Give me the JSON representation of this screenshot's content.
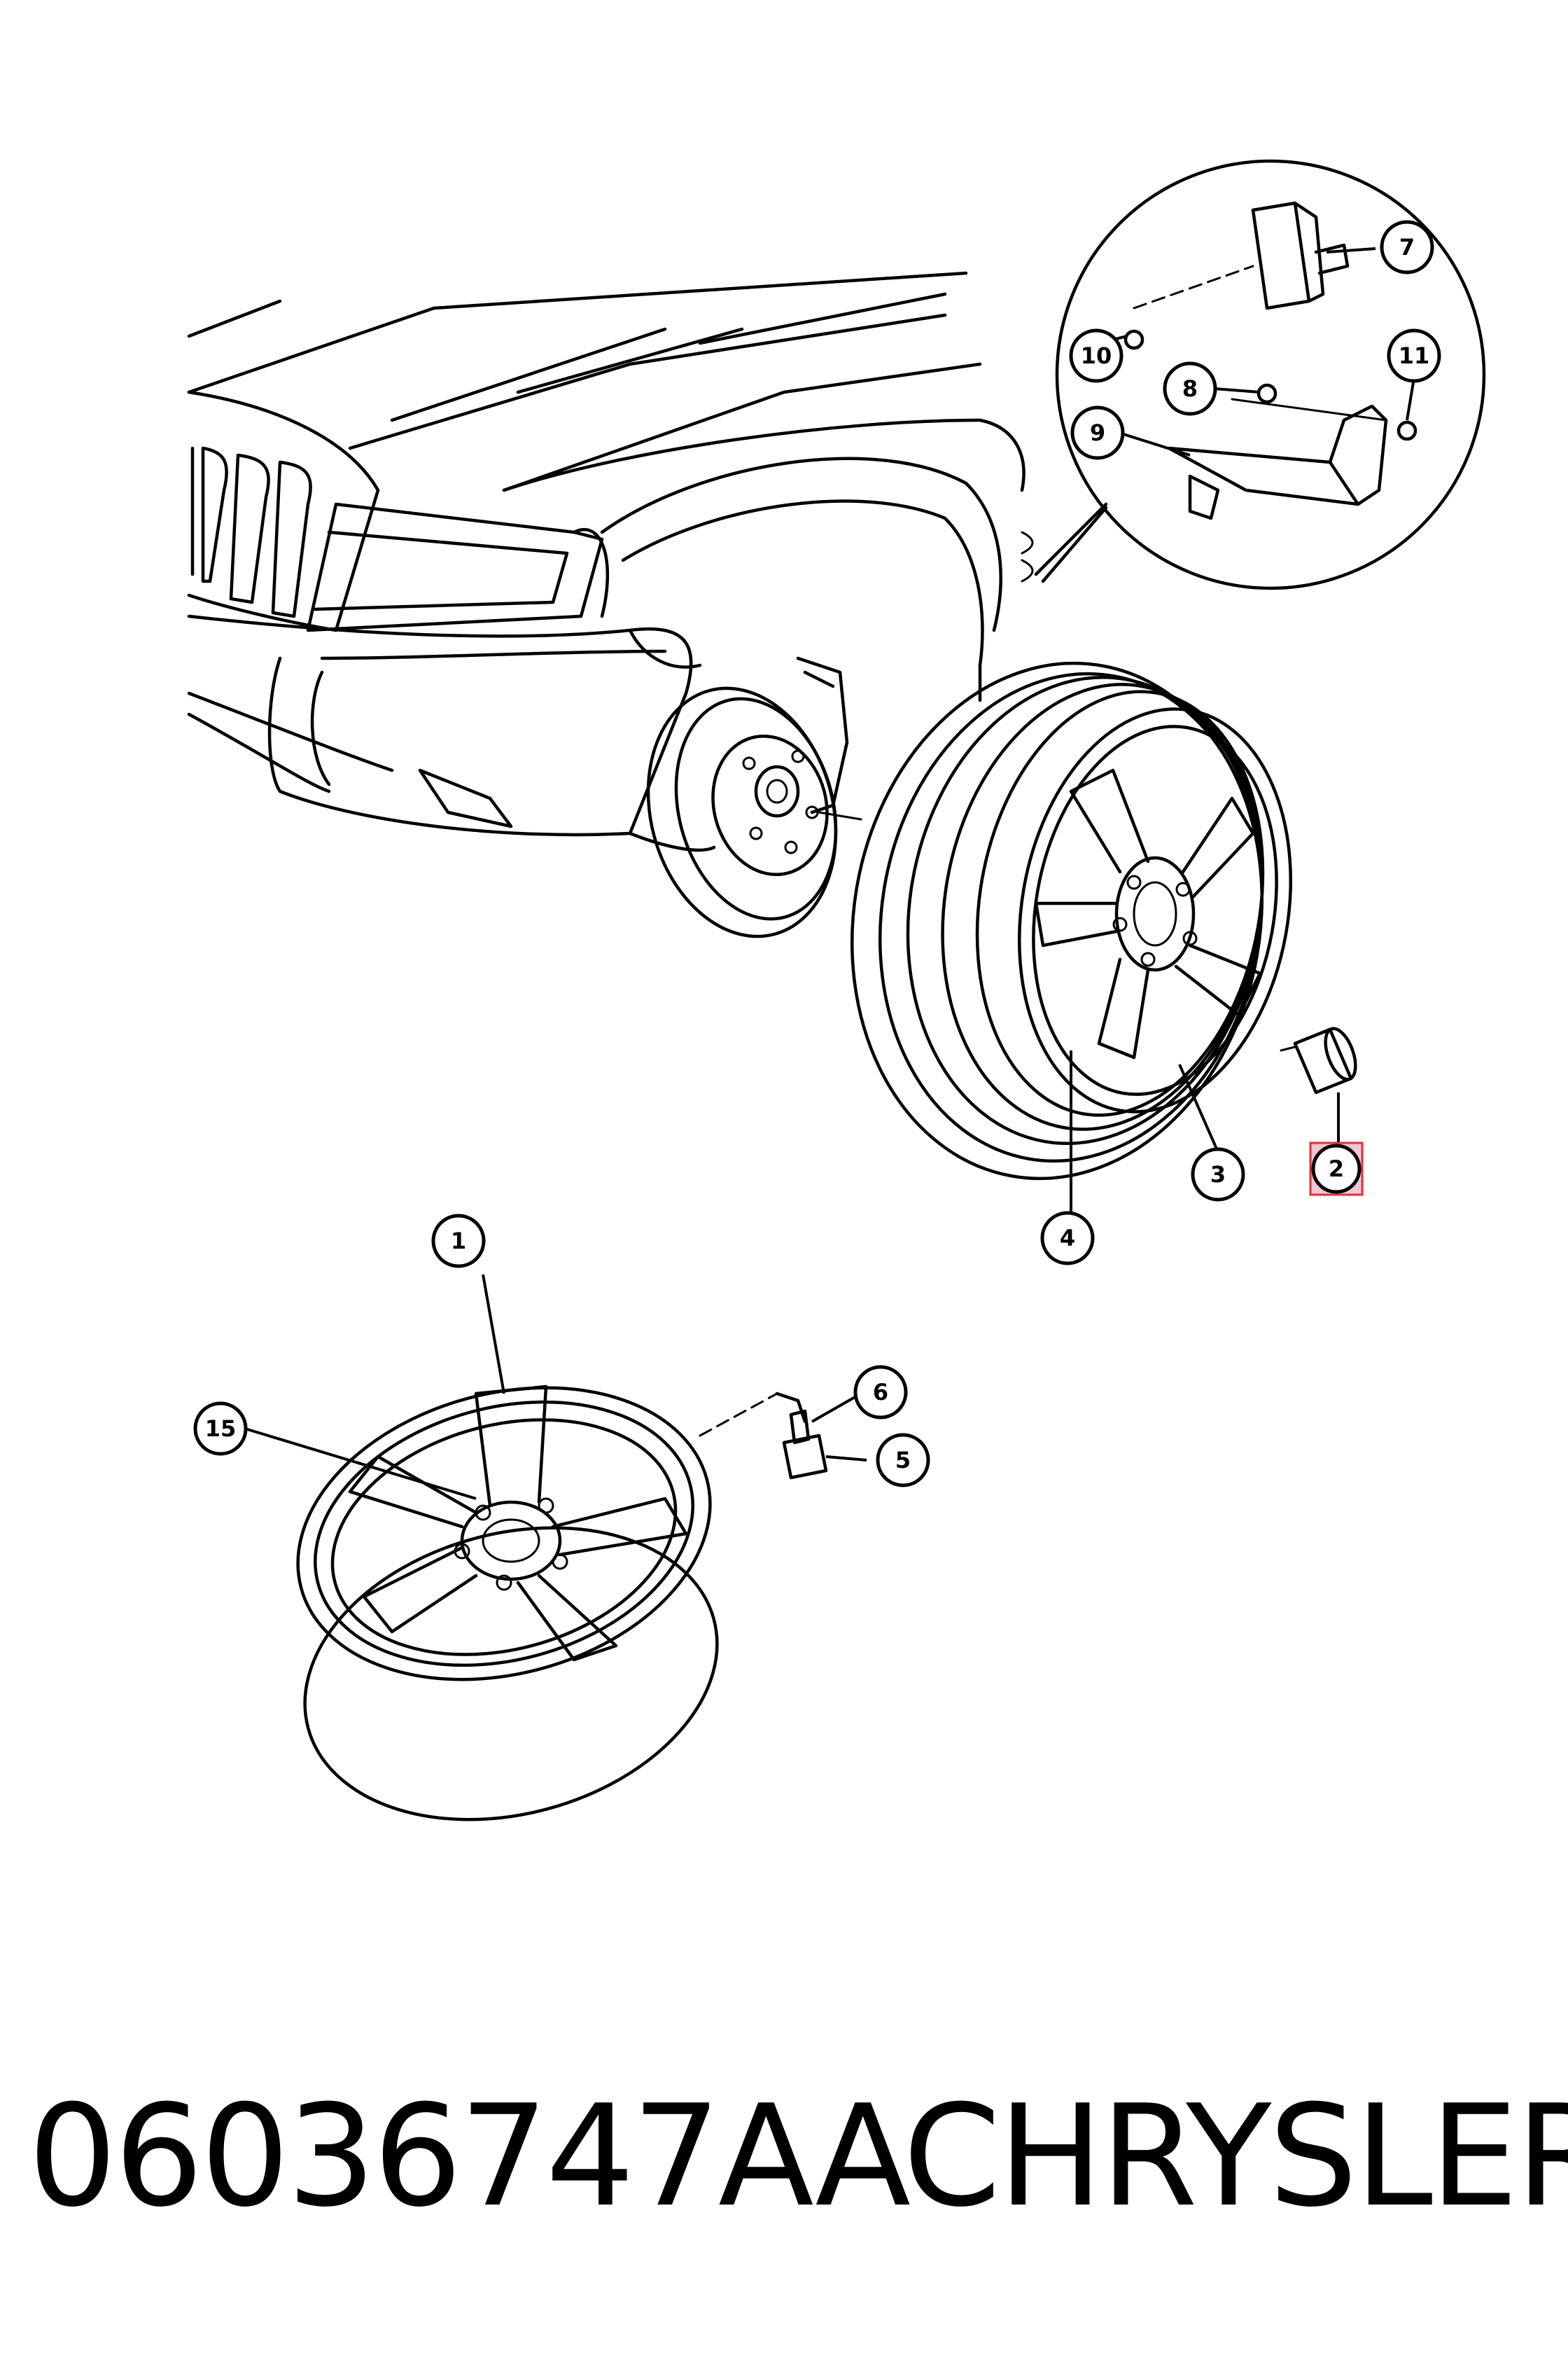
{
  "callouts": [
    {
      "id": "1",
      "label": "1",
      "highlighted": false
    },
    {
      "id": "2",
      "label": "2",
      "highlighted": true
    },
    {
      "id": "3",
      "label": "3",
      "highlighted": false
    },
    {
      "id": "4",
      "label": "4",
      "highlighted": false
    },
    {
      "id": "5",
      "label": "5",
      "highlighted": false
    },
    {
      "id": "6",
      "label": "6",
      "highlighted": false
    },
    {
      "id": "7",
      "label": "7",
      "highlighted": false
    },
    {
      "id": "8",
      "label": "8",
      "highlighted": false
    },
    {
      "id": "9",
      "label": "9",
      "highlighted": false
    },
    {
      "id": "10",
      "label": "10",
      "highlighted": false
    },
    {
      "id": "11",
      "label": "11",
      "highlighted": false
    },
    {
      "id": "15",
      "label": "15",
      "highlighted": false
    }
  ],
  "highlight_color": "#f4c6d2",
  "highlight_border_color": "#e0303a",
  "footer": {
    "part_number": "06036747AA",
    "brand": "CHRYSLER"
  }
}
